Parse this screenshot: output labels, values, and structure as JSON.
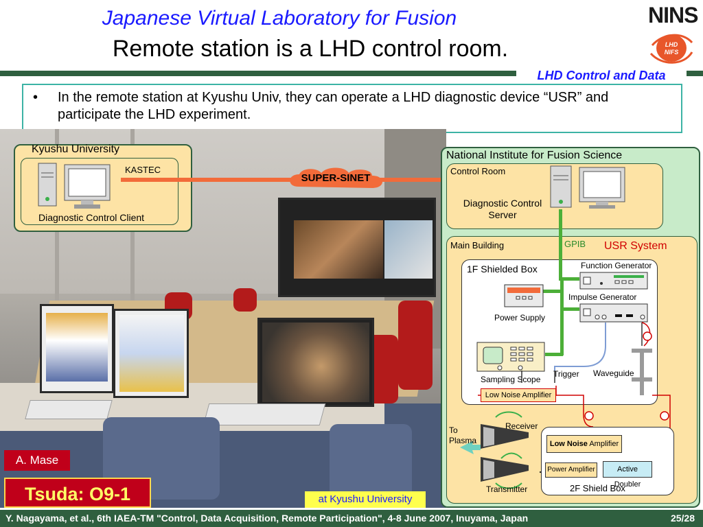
{
  "slide": {
    "title": "Japanese Virtual Laboratory for Fusion",
    "subtitle": "Remote station is a LHD control room.",
    "logo_text": "NINS",
    "logo_badge": "LHD NIFS",
    "section_label": "LHD Control and Data",
    "bullet": "In the remote station at Kyushu Univ, they can operate a LHD diagnostic device “USR” and participate the LHD experiment."
  },
  "diagram": {
    "kyushu_title": "Kyushu University",
    "kyushu_kastec": "KASTEC",
    "kyushu_client": "Diagnostic Control Client",
    "network": "SUPER-SINET",
    "nifs_title": "National Institute for Fusion Science",
    "control_room": "Control Room",
    "diag_server": "Diagnostic Control Server",
    "main_building": "Main Building",
    "gpib": "GPIB",
    "usr_system": "USR System",
    "shielded_box_1f": "1F Shielded Box",
    "function_generator": "Function Generator",
    "impulse_generator": "Impulse Generator",
    "power_supply": "Power Supply",
    "sampling_scope": "Sampling Scope",
    "trigger": "Trigger",
    "waveguide": "Waveguide",
    "lna_1": "Low Noise Amplifier",
    "to_plasma": "To Plasma",
    "receiver": "Receiver",
    "transmitter": "Transmitter",
    "lna_2_bold": "Low Noise",
    "lna_2_rest": " Amplifier",
    "power_amplifier": "Power Amplifier",
    "active_doubler": "Active Doubler",
    "shield_box_2f": "2F Shield Box"
  },
  "tags": {
    "author": "A. Mase",
    "session": "Tsuda: O9-1",
    "location": "at Kyushu University"
  },
  "footer": {
    "text": "Y. Nagayama, et al.,  6th IAEA-TM \"Control, Data Acquisition, Remote Participation\", 4-8 June 2007, Inuyama, Japan",
    "page": "25/28"
  },
  "colors": {
    "accent_blue": "#1a1aff",
    "bar_green": "#2f5f3f",
    "node_fill": "#fde3a5",
    "gpib_green": "#4caf38",
    "network_orange": "#f26b3a",
    "tag_red": "#c0001a"
  }
}
